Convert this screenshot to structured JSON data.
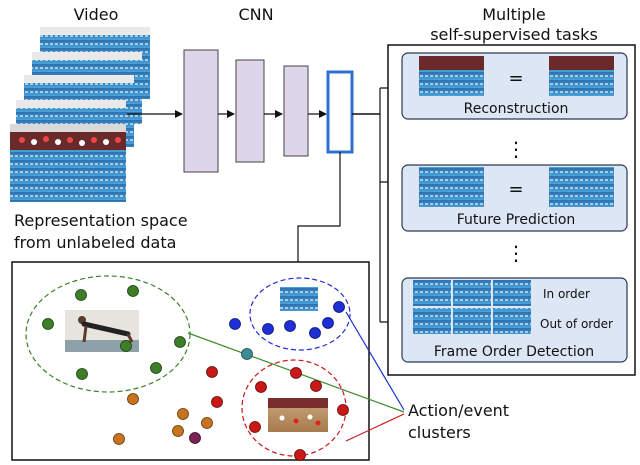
{
  "labels": {
    "video": "Video",
    "cnn": "CNN",
    "tasks_title_line1": "Multiple",
    "tasks_title_line2": "self-supervised tasks",
    "rep_space_line1": "Representation space",
    "rep_space_line2": "from unlabeled data",
    "clusters_line1": "Action/event",
    "clusters_line2": "clusters"
  },
  "tasks": {
    "reconstruction": {
      "label": "Reconstruction",
      "symbol": "="
    },
    "ellipsis_1": "⋮",
    "future_prediction": {
      "label": "Future Prediction",
      "symbol": "="
    },
    "ellipsis_2": "⋮",
    "frame_order": {
      "label": "Frame Order Detection",
      "in_order": "In order",
      "out_of_order": "Out of order"
    }
  },
  "colors": {
    "cnn_layer_fill": "#ddd6ea",
    "feature_box_stroke": "#2f6fd0",
    "task_box_fill": "#dce6f4",
    "task_box_stroke": "#2b3a52",
    "green": "#3d7f26",
    "blue": "#1f2fd8",
    "red": "#cc1717",
    "orange": "#c8731e",
    "teal": "#3b8c94",
    "purple": "#7a2255",
    "cluster_line_blue": "#1b2fd0",
    "cluster_line_green": "#3d8a2a",
    "cluster_line_red": "#c81d1d"
  }
}
